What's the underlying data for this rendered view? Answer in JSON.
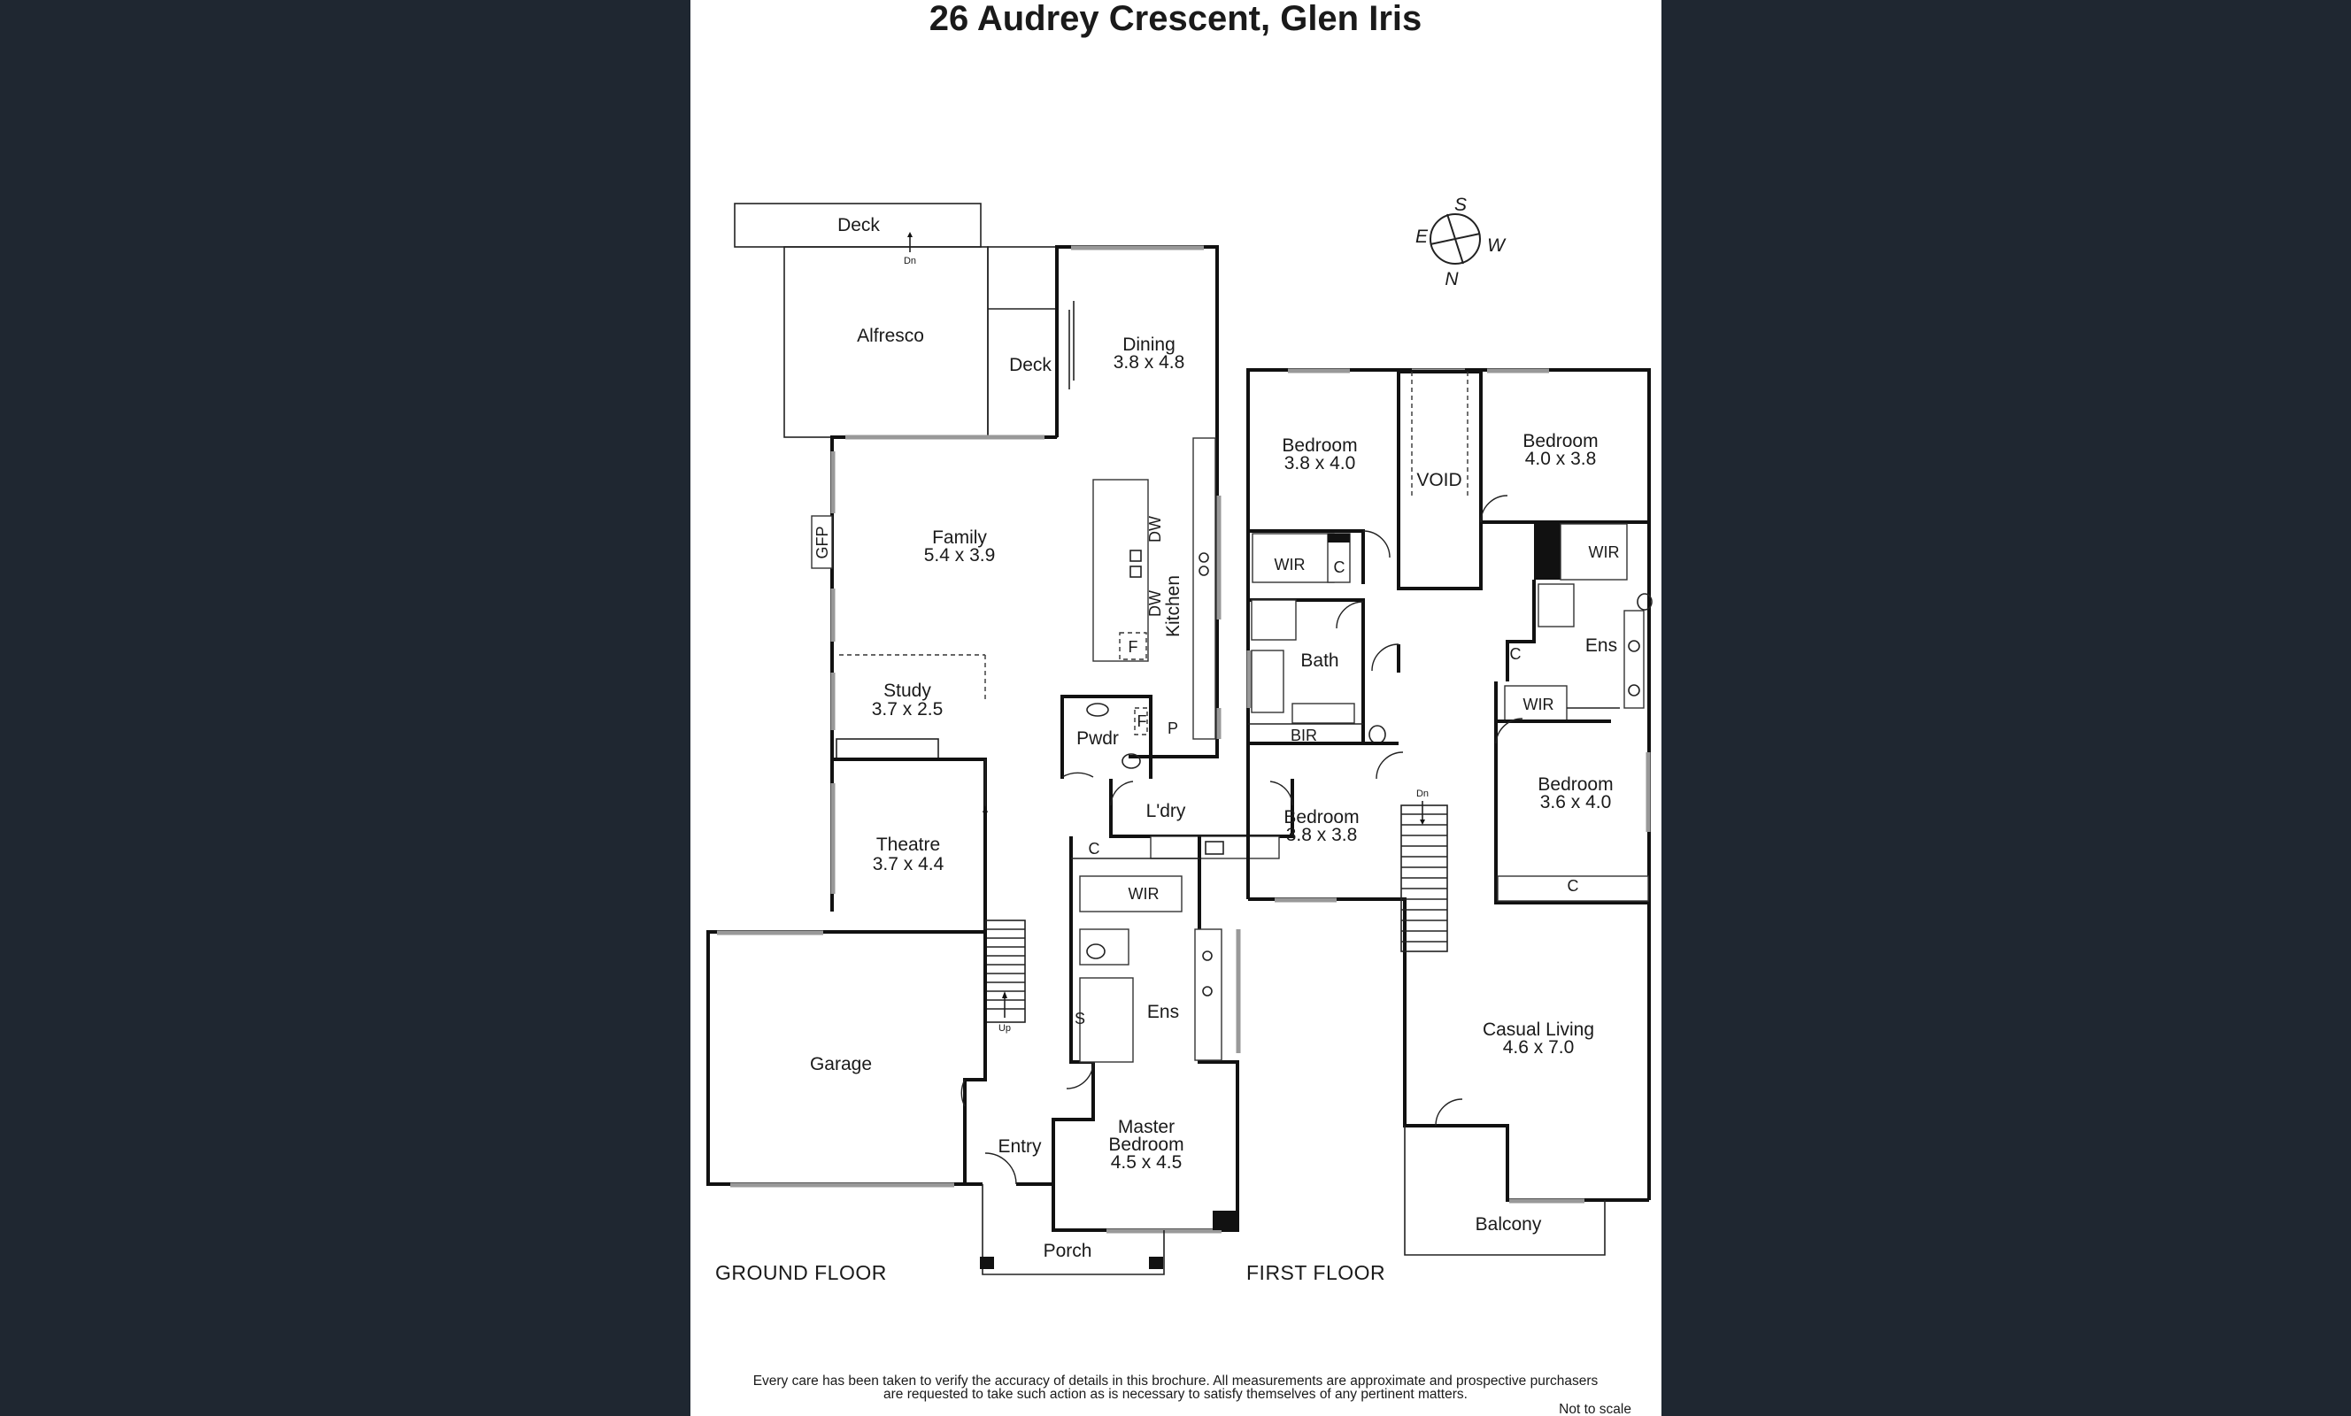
{
  "title": "26 Audrey Crescent, Glen Iris",
  "ground_floor": {
    "label": "GROUND FLOOR",
    "rooms": {
      "deck_top": "Deck",
      "deck_dn": "Dn",
      "alfresco": "Alfresco",
      "deck_side": "Deck",
      "dining_name": "Dining",
      "dining_dim": "3.8 x 4.8",
      "family_name": "Family",
      "family_dim": "5.4 x 3.9",
      "gfp": "GFP",
      "dw1": "DW",
      "dw2": "DW",
      "kitchen": "Kitchen",
      "f_fridge": "F",
      "f2": "F",
      "p": "P",
      "study_name": "Study",
      "study_dim": "3.7 x 2.5",
      "pwdr": "Pwdr",
      "ldry": "L'dry",
      "theatre_name": "Theatre",
      "theatre_dim": "3.7 x 4.4",
      "c": "C",
      "wir": "WIR",
      "garage": "Garage",
      "up": "Up",
      "s": "S",
      "ens": "Ens",
      "master_name": "Master",
      "master_name2": "Bedroom",
      "master_dim": "4.5 x 4.5",
      "entry": "Entry",
      "porch": "Porch"
    }
  },
  "first_floor": {
    "label": "FIRST FLOOR",
    "rooms": {
      "bed1_name": "Bedroom",
      "bed1_dim": "3.8 x 4.0",
      "void": "VOID",
      "bed2_name": "Bedroom",
      "bed2_dim": "4.0 x 3.8",
      "wir1": "WIR",
      "c1": "C",
      "wir2": "WIR",
      "bath": "Bath",
      "c2": "C",
      "ens": "Ens",
      "wir3": "WIR",
      "bir": "BIR",
      "bed3_name": "Bedroom",
      "bed3_dim": "3.6 x 4.0",
      "dn": "Dn",
      "bed4_name": "Bedroom",
      "bed4_dim": "3.8 x 3.8",
      "c3": "C",
      "casual_name": "Casual Living",
      "casual_dim": "4.6 x 7.0",
      "balcony": "Balcony"
    }
  },
  "compass": {
    "s": "S",
    "e": "E",
    "w": "W",
    "n": "N"
  },
  "disclaimer": {
    "line1": "Every care has been taken to verify the accuracy of details in this brochure.  All measurements are approximate and prospective purchasers",
    "line2": "are requested to take such action as is necessary to satisfy themselves of any pertinent matters.",
    "scale": "Not to scale"
  }
}
